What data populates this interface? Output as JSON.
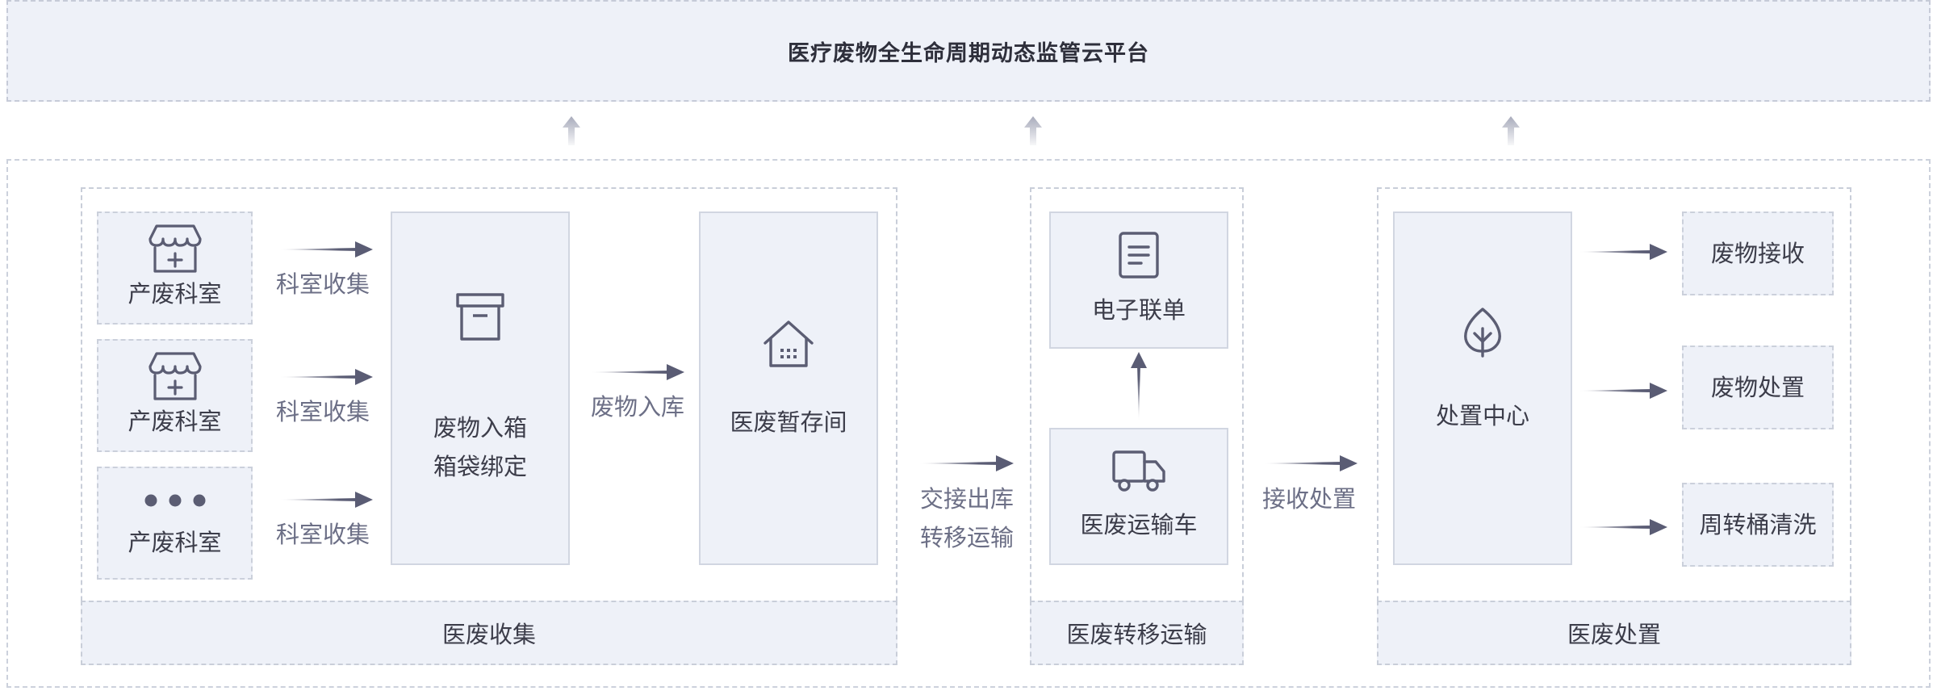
{
  "platform": {
    "title": "医疗废物全生命周期动态监管云平台"
  },
  "collection": {
    "departments": [
      {
        "label": "产废科室",
        "icon": "medical-store-icon"
      },
      {
        "label": "产废科室",
        "icon": "medical-store-icon"
      },
      {
        "label": "产废科室",
        "icon": "more-dots-icon"
      }
    ],
    "dept_arrow_label": "科室收集",
    "boxing": {
      "line1": "废物入箱",
      "line2": "箱袋绑定",
      "icon": "archive-box-icon"
    },
    "storage_arrow_label": "废物入库",
    "storage": {
      "label": "医废暂存间",
      "icon": "warehouse-icon"
    },
    "footer": "医废收集"
  },
  "handover": {
    "line1": "交接出库",
    "line2": "转移运输"
  },
  "transport": {
    "manifest": {
      "label": "电子联单",
      "icon": "document-icon"
    },
    "vehicle": {
      "label": "医废运输车",
      "icon": "truck-icon"
    },
    "footer": "医废转移运输"
  },
  "receive_label": "接收处置",
  "disposal": {
    "center": {
      "label": "处置中心",
      "icon": "leaf-icon"
    },
    "outputs": [
      "废物接收",
      "废物处置",
      "周转桶清洗"
    ],
    "footer": "医废处置"
  },
  "colors": {
    "panel_fill": "#eef1f8",
    "dashed_border": "#c9ced9",
    "arrow": "#5a5c74",
    "icon": "#5b5d73"
  }
}
